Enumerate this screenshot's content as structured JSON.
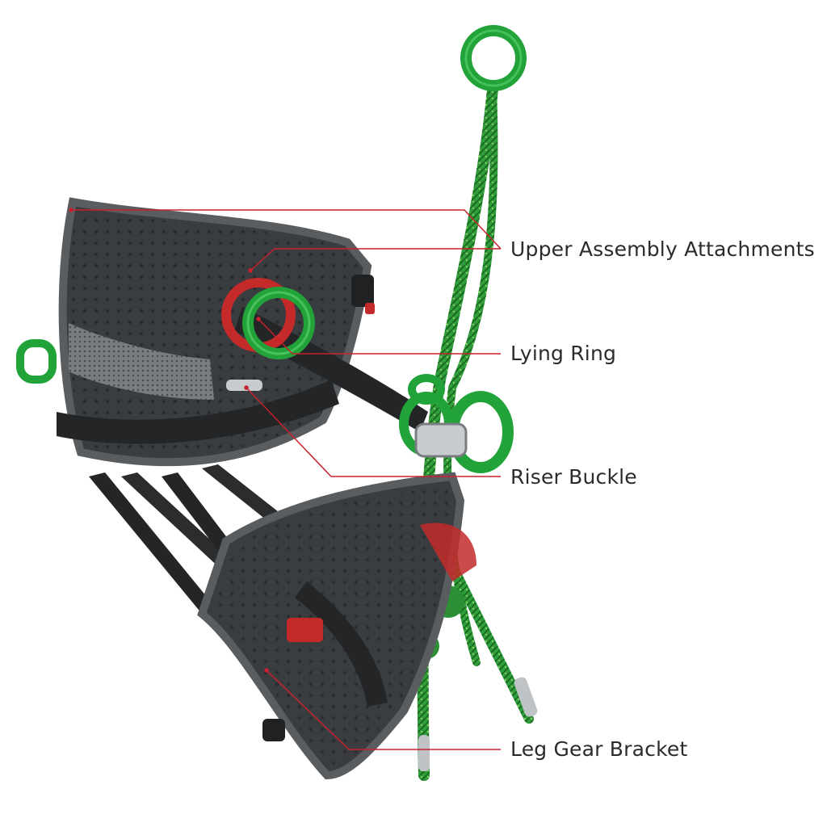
{
  "image": {
    "subject": "tree-climbing saddle harness with callouts",
    "colors": {
      "background": "#ffffff",
      "callout_line": "#c8202e",
      "harness_body": "#3a3d40",
      "harness_edge": "#5a5d60",
      "webbing": "#232527",
      "ring_green": "#22a33a",
      "accent_red": "#c42a2a",
      "rope_green": "#2f9e3a",
      "label_text": "#2b2b2b"
    }
  },
  "callouts": [
    {
      "id": "upper-assembly-attachments",
      "label": "Upper Assembly Attachments"
    },
    {
      "id": "lying-ring",
      "label": "Lying Ring"
    },
    {
      "id": "riser-buckle",
      "label": "Riser Buckle"
    },
    {
      "id": "leg-gear-bracket",
      "label": "Leg Gear Bracket"
    }
  ]
}
